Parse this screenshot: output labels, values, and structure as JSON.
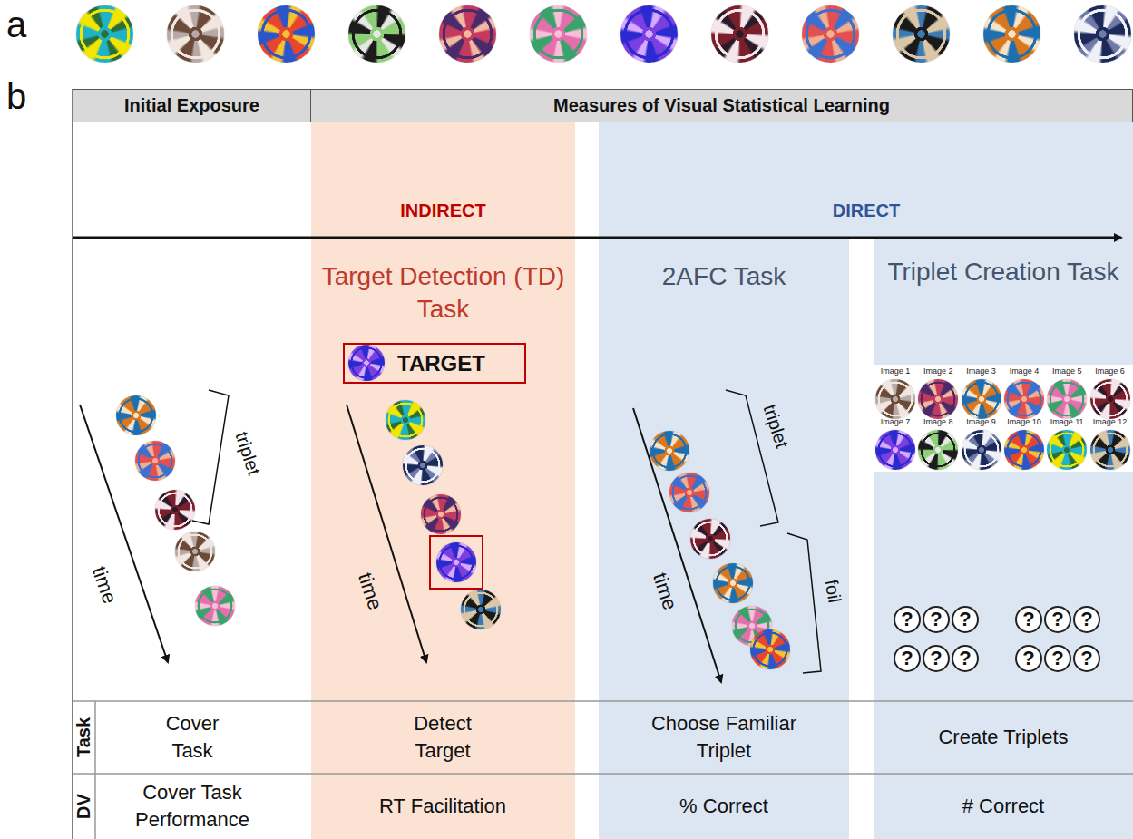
{
  "diagram": {
    "nodes": [
      {
        "text": [
          "Initial Exposure"
        ]
      },
      {
        "text": [
          "Measures of Visual Statistical Learning"
        ]
      },
      {
        "text": [
          "INDIRECT",
          "Target Detection (TD) Task"
        ]
      },
      {
        "text": [
          "TARGET"
        ],
        "in": 2
      },
      {
        "text": [
          "2AFC Task"
        ]
      },
      {
        "text": [
          "Triplet Creation Task"
        ]
      }
    ],
    "labels": [
      "a",
      "b",
      "DIRECT",
      "triplet",
      "time",
      "time",
      "triplet",
      "foil",
      "time",
      "Image 1",
      "Image 2",
      "Image 3",
      "Image 4",
      "Image 5",
      "Image 6",
      "Image 7",
      "Image 8",
      "Image 9",
      "Image 10",
      "Image 11",
      "Image 12",
      "?",
      "?",
      "?",
      "?",
      "?",
      "?",
      "?",
      "?",
      "?",
      "?",
      "?",
      "?",
      "Task",
      "DV",
      "Cover Task",
      "Detect Target",
      "Choose Familiar Triplet",
      "Create Triplets",
      "Cover Task Performance",
      "RT Facilitation",
      "% Correct",
      "# Correct"
    ]
  }
}
